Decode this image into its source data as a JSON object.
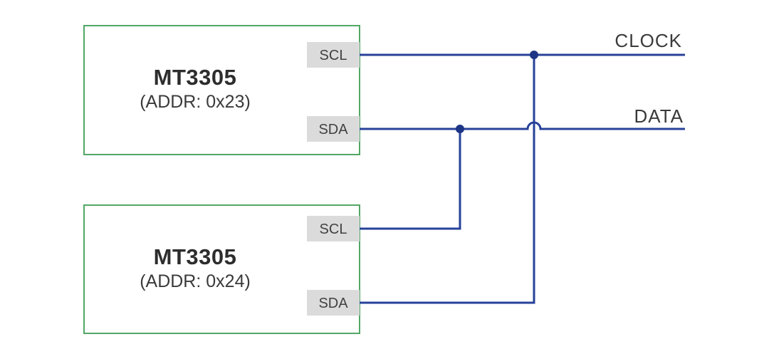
{
  "diagram": {
    "title_hint": "I2C bus wiring diagram",
    "bus": {
      "clock_label": "CLOCK",
      "data_label": "DATA"
    },
    "chips": [
      {
        "name": "MT3305",
        "address": "(ADDR: 0x23)",
        "pins": [
          "SCL",
          "SDA"
        ]
      },
      {
        "name": "MT3305",
        "address": "(ADDR: 0x24)",
        "pins": [
          "SCL",
          "SDA"
        ]
      }
    ],
    "colors": {
      "wire": "#27419a",
      "junction_dot": "#1d3585",
      "chip_border": "#52a765",
      "pin_background": "#dbdbdb",
      "text": "#3a3a3a"
    }
  }
}
